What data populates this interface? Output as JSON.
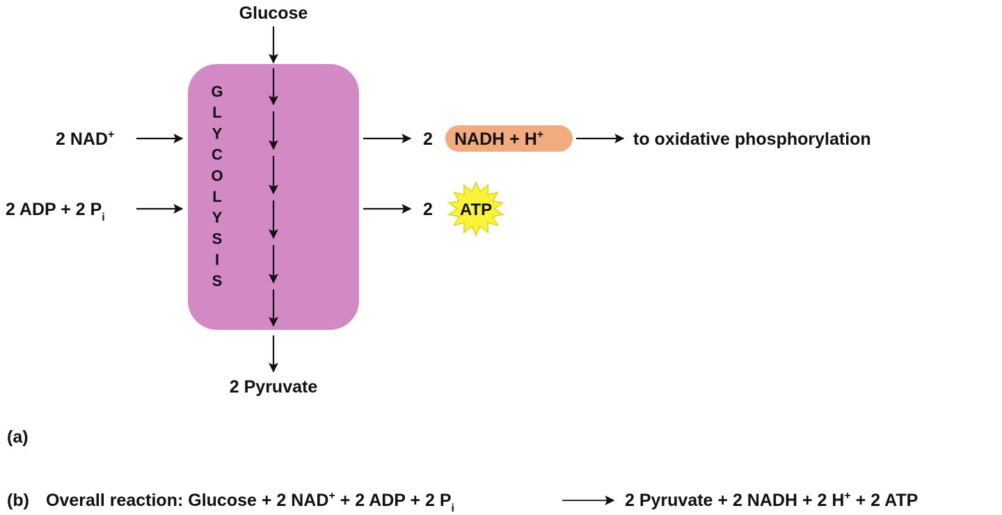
{
  "colors": {
    "glycolysis_box": "#d389c4",
    "nadh_pill": "#f2aa7f",
    "atp_burst": "#fbf23a",
    "atp_burst_stroke": "#e0d21a",
    "arrow": "#111111",
    "text": "#111111"
  },
  "pathway": {
    "input_top": "Glucose",
    "output_bottom": "2 Pyruvate",
    "box_letters": [
      "G",
      "L",
      "Y",
      "C",
      "O",
      "L",
      "Y",
      "S",
      "I",
      "S"
    ]
  },
  "inputs": {
    "nad": {
      "text": "2 NAD",
      "sup": "+"
    },
    "adp": {
      "text": "2 ADP + 2 P",
      "sub": "i"
    }
  },
  "outputs": {
    "nadh": {
      "coef": "2",
      "label": "NADH + H",
      "sup": "+",
      "destination": "to oxidative phosphorylation"
    },
    "atp": {
      "coef": "2",
      "label": "ATP"
    }
  },
  "panel_a_label": "(a)",
  "panel_b": {
    "label": "(b)",
    "prefix": "Overall reaction: Glucose + 2 NAD",
    "sup1": "+",
    "mid": " + 2 ADP + 2 P",
    "sub1": "i",
    "products_start": "2 Pyruvate + 2 NADH + 2 H",
    "sup2": "+",
    "products_end": " + 2 ATP"
  }
}
